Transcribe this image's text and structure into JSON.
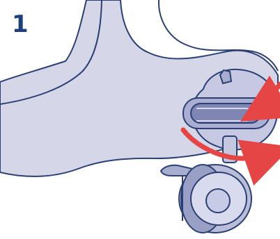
{
  "step": {
    "number": "1"
  },
  "illustration": {
    "icon": "stroller-wheel-brake-release-illustration",
    "arrows": [
      "rotate-lever-arrow",
      "swivel-wheel-arrow"
    ],
    "colors": {
      "outline": "#2b3f73",
      "frame_fill": "#d5d7e9",
      "part_fill": "#b9bdd8",
      "dark_part": "#8f95ba",
      "highlight": "#eef0f8",
      "arrow": "#e64545",
      "step_number": "#1d3f7a"
    }
  }
}
